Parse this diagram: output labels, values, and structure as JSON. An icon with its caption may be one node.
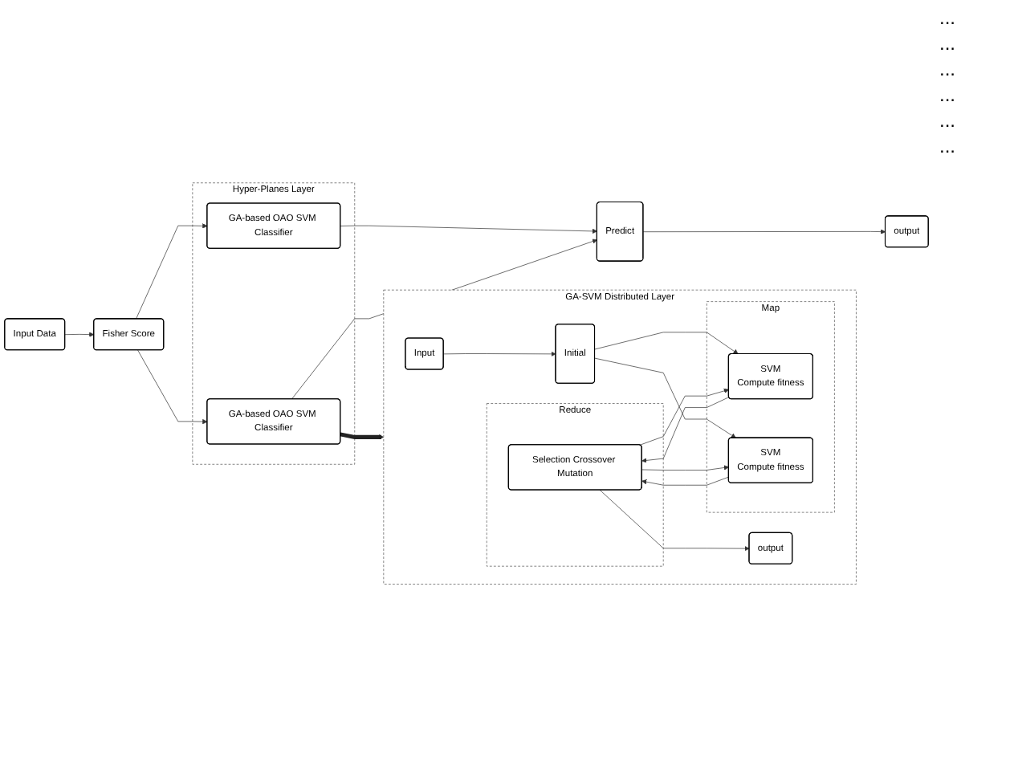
{
  "diagram": {
    "nodes": [
      {
        "text": [
          "Input Data"
        ]
      },
      {
        "text": [
          "Fisher Score"
        ]
      },
      {
        "text": [
          "Hyper-Planes Layer"
        ]
      },
      {
        "text": [
          "GA-based OAO SVM Classifier"
        ],
        "in": 2
      },
      {
        "text": [
          "GA-based OAO SVM Classifier"
        ],
        "in": 2
      },
      {
        "text": [
          "Predict"
        ]
      },
      {
        "text": [
          "output"
        ]
      },
      {
        "text": [
          "GA-SVM Distributed Layer"
        ]
      },
      {
        "text": [
          "Input"
        ],
        "in": 7
      },
      {
        "text": [
          "Initial"
        ],
        "in": 7
      },
      {
        "text": [
          "Map"
        ],
        "in": 7
      },
      {
        "text": [
          "SVM",
          "Compute fitness"
        ],
        "in": 10
      },
      {
        "text": [
          "SVM",
          "Compute fitness"
        ],
        "in": 10
      },
      {
        "text": [
          "Reduce"
        ],
        "in": 7
      },
      {
        "text": [
          "Selection Crossover Mutation"
        ],
        "in": 13
      },
      {
        "text": [
          "output"
        ],
        "in": 7
      }
    ],
    "edges": [
      {
        "from": 0,
        "to": 1,
        "arrow": "to"
      },
      {
        "from": 1,
        "to": 3,
        "arrow": "to"
      },
      {
        "from": 1,
        "to": 4,
        "arrow": "to"
      },
      {
        "from": 3,
        "to": 5,
        "arrow": "to"
      },
      {
        "from": 4,
        "to": 5,
        "arrow": "to"
      },
      {
        "from": 5,
        "to": 6,
        "arrow": "to"
      },
      {
        "from": 4,
        "to": 7,
        "arrow": "to",
        "style": "thick"
      },
      {
        "from": 8,
        "to": 9,
        "arrow": "to"
      },
      {
        "from": 9,
        "to": 11,
        "arrow": "to"
      },
      {
        "from": 9,
        "to": 12,
        "arrow": "to"
      },
      {
        "from": 11,
        "to": 14,
        "arrow": "to"
      },
      {
        "from": 12,
        "to": 14,
        "arrow": "to"
      },
      {
        "from": 14,
        "to": 15,
        "arrow": "to"
      },
      {
        "from": 14,
        "to": 11,
        "arrow": "to"
      },
      {
        "from": 14,
        "to": 12,
        "arrow": "to"
      }
    ],
    "labels": [
      "...",
      "...",
      "...",
      "...",
      "...",
      "..."
    ]
  }
}
